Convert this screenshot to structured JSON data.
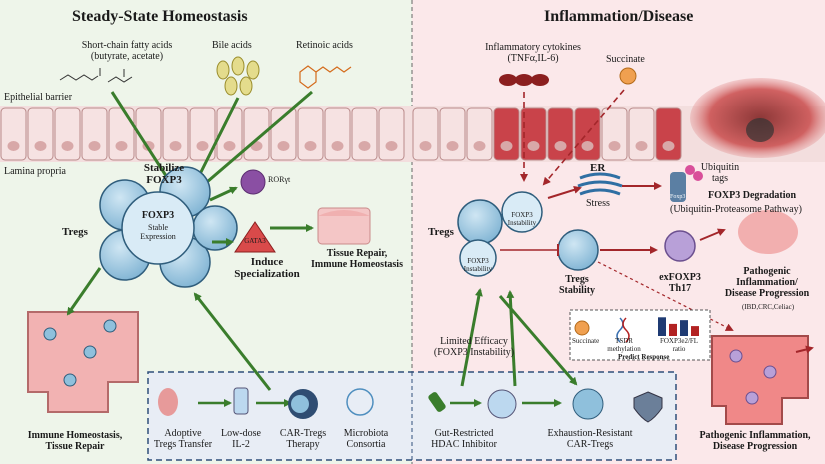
{
  "panels": {
    "left_title": "Steady-State Homeostasis",
    "right_title": "Inflammation/Disease"
  },
  "left": {
    "scfa": [
      "Short-chain fatty acids",
      "(butyrate, acetate)"
    ],
    "bile_acids": "Bile acids",
    "retinoic_acids": "Retinoic acids",
    "epithelial_barrier": "Epithelial barrier",
    "lamina_propria": "Lamina propria",
    "stabilize": [
      "Stabilize",
      "FOXP3"
    ],
    "tregs": "Tregs",
    "foxp3_gene": "FOXP3",
    "stable_expression": [
      "Stable",
      "Expression"
    ],
    "ror": "RORγt",
    "gata3": "GATA3",
    "induce": [
      "Induce",
      "Specialization"
    ],
    "tissue_repair": [
      "Tissue Repair,",
      "Immune Homeostasis"
    ],
    "gut_caption": [
      "Immune Homeostasis,",
      "Tissue Repair"
    ]
  },
  "right": {
    "cytokines": [
      "Inflammatory cytokines",
      "(TNFα,IL-6)"
    ],
    "succinate": "Succinate",
    "er": "ER",
    "stress": "Stress",
    "ubiquitin": [
      "Ubiquitin",
      "tags"
    ],
    "foxp3_small": "Foxp3",
    "degradation": "FOXP3 Degradation",
    "pathway": "(Ubiquitin-Proteasome Pathway)",
    "tregs": "Tregs",
    "foxp3_instability": [
      "FOXP3",
      "Instability"
    ],
    "tregs_stability": [
      "Tregs",
      "Stability"
    ],
    "exfoxp3": [
      "exFOXP3",
      "Th17"
    ],
    "pathogenic": [
      "Pathogenic",
      "Inflammation/",
      "Disease Progression"
    ],
    "diseases": "(IBD,CRC,Celiac)",
    "limited": [
      "Limited Efficacy",
      "(FOXP3 Instability)"
    ],
    "predict": {
      "succinate": "Succinate",
      "tsdr": [
        "TSDR",
        "methylation"
      ],
      "ratio": [
        "FOXP3e2/FL",
        "ratio"
      ],
      "label": "Predict Response",
      "bars": [
        {
          "value": 0.85,
          "color": "#1f3b73"
        },
        {
          "value": 0.55,
          "color": "#b22222"
        },
        {
          "value": 0.72,
          "color": "#1f3b73"
        },
        {
          "value": 0.45,
          "color": "#b22222"
        }
      ]
    },
    "gut_caption": [
      "Pathogenic Inflammation,",
      "Disease Progression"
    ]
  },
  "therapies": [
    {
      "lines": [
        "Adoptive",
        "Tregs Transfer"
      ]
    },
    {
      "lines": [
        "Low-dose",
        "IL-2"
      ]
    },
    {
      "lines": [
        "CAR-Tregs",
        "Therapy"
      ]
    },
    {
      "lines": [
        "Microbiota",
        "Consortia"
      ]
    },
    {
      "lines": [
        "Gut-Restricted",
        "HDAC Inhibitor"
      ]
    },
    {
      "lines": [
        "Exhaustion-Resistant",
        "CAR-Tregs"
      ]
    }
  ],
  "colors": {
    "left_bg": "#eef5ea",
    "right_bg": "#fbe8ea",
    "arrow_green": "#3a7d2c",
    "arrow_red": "#a3262a",
    "cell_blue": "#8fc0dc",
    "cell_border": "#2f5d7c"
  }
}
